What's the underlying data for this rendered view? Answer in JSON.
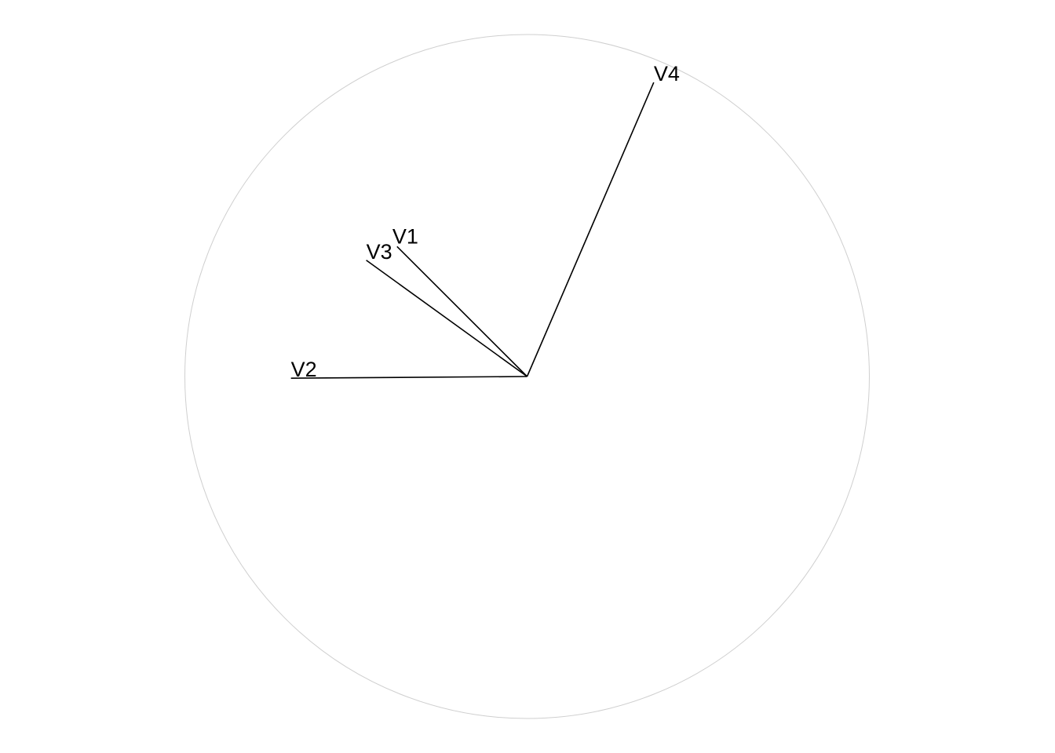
{
  "chart_data": {
    "type": "scatter",
    "title": "",
    "xlabel": "",
    "ylabel": "",
    "xlim": [
      -1,
      1
    ],
    "ylim": [
      -1,
      1
    ],
    "grid": false,
    "legend": "none",
    "reference_circle_radius": 1,
    "series": [
      {
        "name": "V1",
        "x": -0.38,
        "y": 0.38
      },
      {
        "name": "V2",
        "x": -0.69,
        "y": -0.005
      },
      {
        "name": "V3",
        "x": -0.47,
        "y": 0.34
      },
      {
        "name": "V4",
        "x": 0.37,
        "y": 0.86
      }
    ]
  },
  "colors": {
    "line": "#000000",
    "circle": "#cfcfcf",
    "background": "#ffffff"
  }
}
